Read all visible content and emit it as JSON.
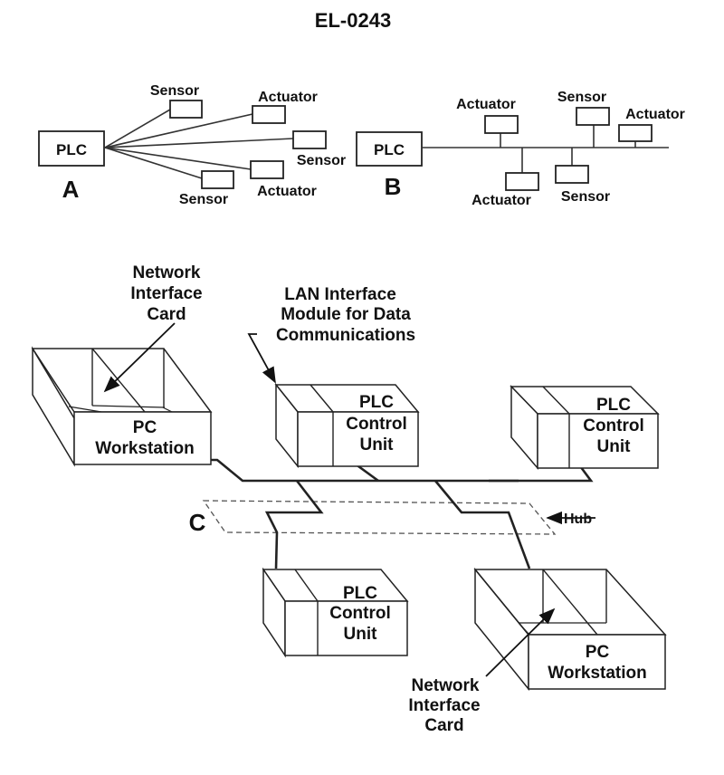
{
  "title": "EL-0243",
  "diagram_a": {
    "label": "A",
    "controller": "PLC",
    "devices": [
      "Sensor",
      "Actuator",
      "Sensor",
      "Actuator",
      "Sensor"
    ]
  },
  "diagram_b": {
    "label": "B",
    "controller": "PLC",
    "devices_top": [
      "Actuator",
      "Sensor",
      "Actuator"
    ],
    "devices_bottom": [
      "Actuator",
      "Sensor"
    ]
  },
  "diagram_c": {
    "label": "C",
    "hub_label": "Hub",
    "nic_label": [
      "Network",
      "Interface",
      "Card"
    ],
    "lan_label": [
      "LAN Interface",
      "Module for Data",
      "Communications"
    ],
    "pc_workstation": [
      "PC",
      "Workstation"
    ],
    "plc_control_unit": [
      "PLC",
      "Control",
      "Unit"
    ],
    "nic_label_bottom": [
      "Network",
      "Interface",
      "Card"
    ]
  }
}
